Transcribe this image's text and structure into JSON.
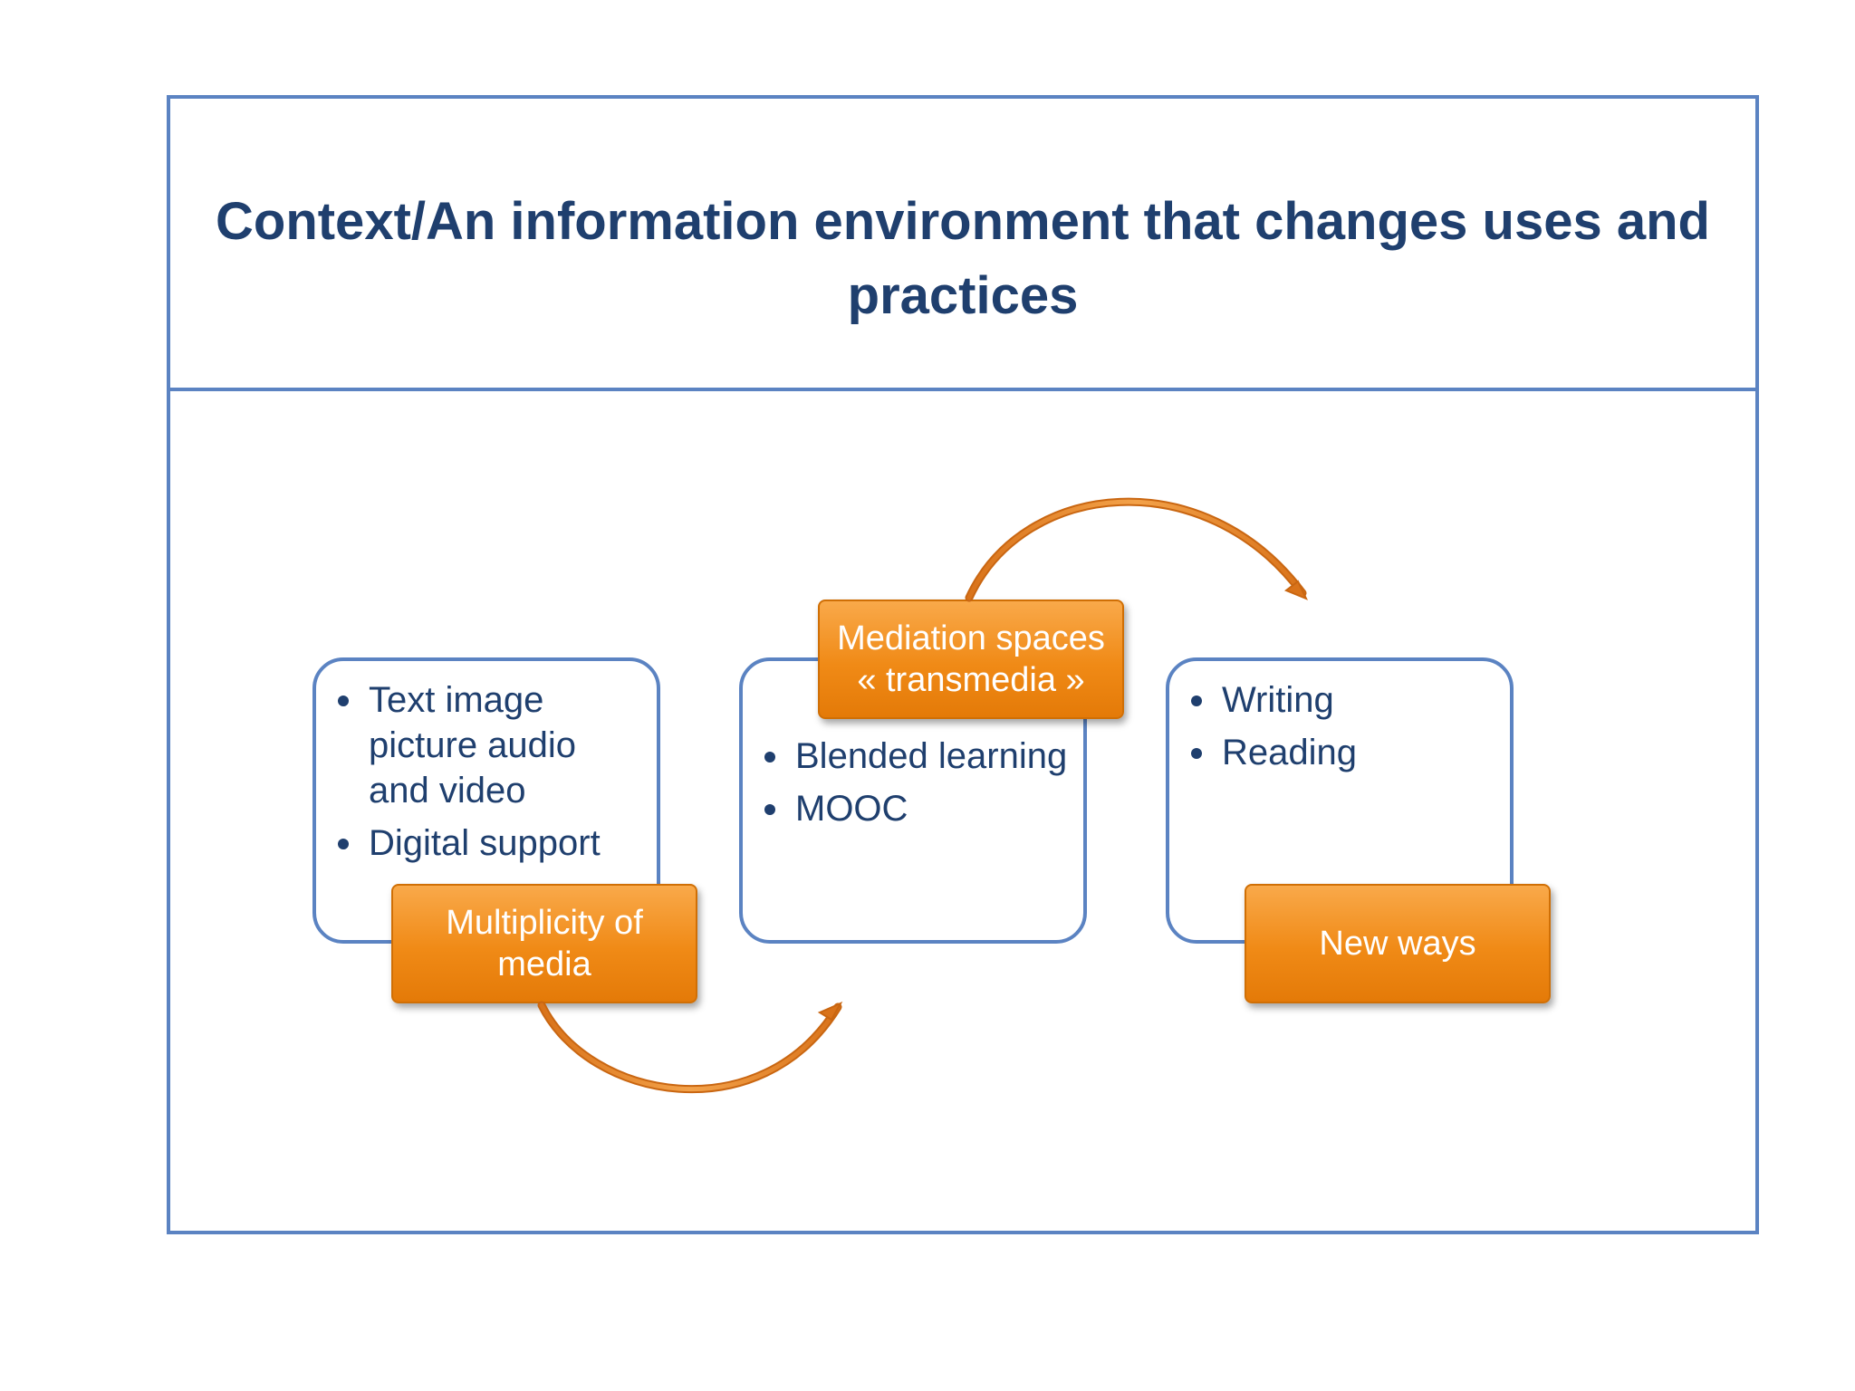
{
  "slide": {
    "title": "Context/An information environment that changes uses and practices"
  },
  "diagram": {
    "steps": [
      {
        "label_lines": [
          "Multiplicity of",
          "media"
        ],
        "bullets": [
          "Text image picture audio and video",
          "Digital support"
        ]
      },
      {
        "label_lines": [
          "Mediation spaces",
          "« transmedia »"
        ],
        "bullets": [
          "Blended learning",
          "MOOC"
        ]
      },
      {
        "label_lines": [
          "New ways"
        ],
        "bullets": [
          "Writing",
          "Reading"
        ]
      }
    ]
  },
  "colors": {
    "frame_border": "#5b83c2",
    "title_text": "#1f3f6e",
    "label_fill": "#f08a16",
    "arrow": "#e8861a"
  },
  "icons": [
    "curved-arrow-icon",
    "curved-arrow-icon"
  ]
}
